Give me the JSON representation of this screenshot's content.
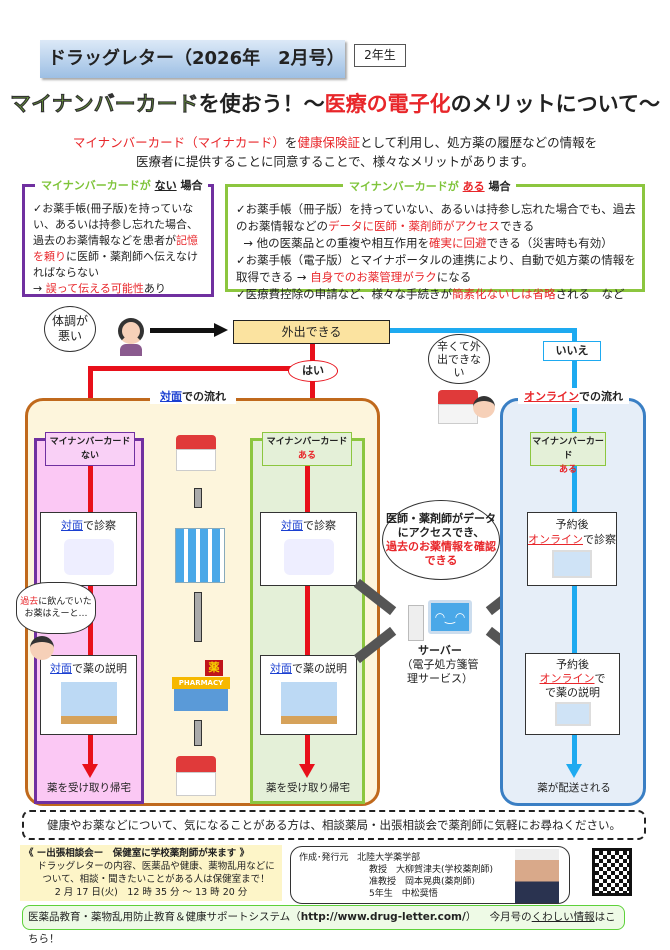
{
  "header": {
    "title": "ドラッグレター（2026年　2月号）",
    "grade": "2年生"
  },
  "headline": {
    "part1": "マイナンバーカード",
    "part2": "を使おう！～",
    "part3": "医療の電子化",
    "part4": "のメリットについて～"
  },
  "intro": {
    "red1": "マイナンバーカード（マイナカード）",
    "t1": "を",
    "red2": "健康保険証",
    "t2": "として利用し、処方薬の履歴などの情報を",
    "line2": "医療者に提供することに同意することで、様々なメリットがあります。"
  },
  "without_card": {
    "label_a": "マイナンバーカードが",
    "label_b": "ない",
    "label_c": "場合",
    "t1": "✓お薬手帳(冊子版)を持っていない、あるいは持参し忘れた場合、過去のお薬情報などを患者が",
    "red1": "記憶を頼り",
    "t2": "に医師・薬剤師へ伝えなければならない",
    "t3": "→ ",
    "red2": "誤って伝える可能性",
    "t4": "あり"
  },
  "with_card": {
    "label_a": "マイナンバーカードが",
    "label_b": "ある",
    "label_c": "場合",
    "i1a": "✓お薬手帳（冊子版）を持っていない、あるいは持参し忘れた場合でも、過去のお薬情報などの",
    "i1red": "データに医師・薬剤師がアクセス",
    "i1b": "できる",
    "i2a": "→ 他の医薬品との重複や相互作用を",
    "i2red": "確実に回避",
    "i2b": "できる（災害時も有効）",
    "i3a": "✓お薬手帳（電子版）とマイナポータルの連携により、自動で処方薬の情報を取得できる → ",
    "i3red": "自身でのお薬管理がラク",
    "i3b": "になる",
    "i4a": "✓医療費控除の申請など、様々な手続きが",
    "i4red": "簡素化ないしは省略",
    "i4b": "される　など"
  },
  "flow": {
    "sick": "体調が悪い",
    "can_go_out": "外出できる",
    "yes": "はい",
    "no": "いいえ",
    "cannot": "辛くて外出できない",
    "face_label_a": "対面",
    "face_label_b": "での流れ",
    "online_label_a": "オンライン",
    "online_label_b": "での流れ",
    "col_card": "マイナンバーカード",
    "col_none": "ない",
    "col_have": "ある",
    "exam_a": "対面",
    "exam_b": "で診察",
    "explain_b": "で薬の説明",
    "thought_red": "過去",
    "thought": "に飲んでいたお薬はえーと…",
    "server_bubble_1": "医師・薬剤師がデータにアクセスでき、",
    "server_bubble_red": "過去のお薬情報を確認できる",
    "server": "サーバー",
    "server_sub": "（電子処方箋管理サービス）",
    "online_exam_a": "予約後",
    "online_red": "オンライン",
    "online_exam_b": "で診察",
    "online_explain_b": "で薬の説明",
    "go_home": "薬を受け取り帰宅",
    "delivered": "薬が配送される",
    "pharmacy": "PHARMACY",
    "pharmacy_sign": "薬"
  },
  "notice": "健康やお薬などについて、気になることがある方は、相談薬局・出張相談会で薬剤師に気軽にお尋ねください。",
  "consult": {
    "title": "《 ー出張相談会ー　保健室に学校薬剤師が来ます 》",
    "body": "ドラッグレターの内容、医薬品や健康、薬物乱用などについて、相談・聞きたいことがある人は保健室まで！",
    "date": "2 月 17 日(火)　12 時 35 分 ～ 13 時 20 分"
  },
  "publisher": {
    "label": "作成･発行元",
    "org": "北陸大学薬学部",
    "p1": "教授　大柳賀津夫(学校薬剤師)",
    "p2": "准教授　岡本晃典(薬剤師)",
    "p3": "5年生　中松奨悟"
  },
  "footer": {
    "text": "医薬品教育・薬物乱用防止教育＆健康サポートシステム（",
    "url": "http://www.drug-letter.com/",
    "close": "）",
    "link_a": "今月号の",
    "link_b": "くわしい情報",
    "link_c": "はこちら！"
  },
  "colors": {
    "red": "#e8262a",
    "purple": "#7030a0",
    "green": "#8cc63f",
    "blue_line": "#1eaaf0",
    "orange": "#c0691c"
  }
}
